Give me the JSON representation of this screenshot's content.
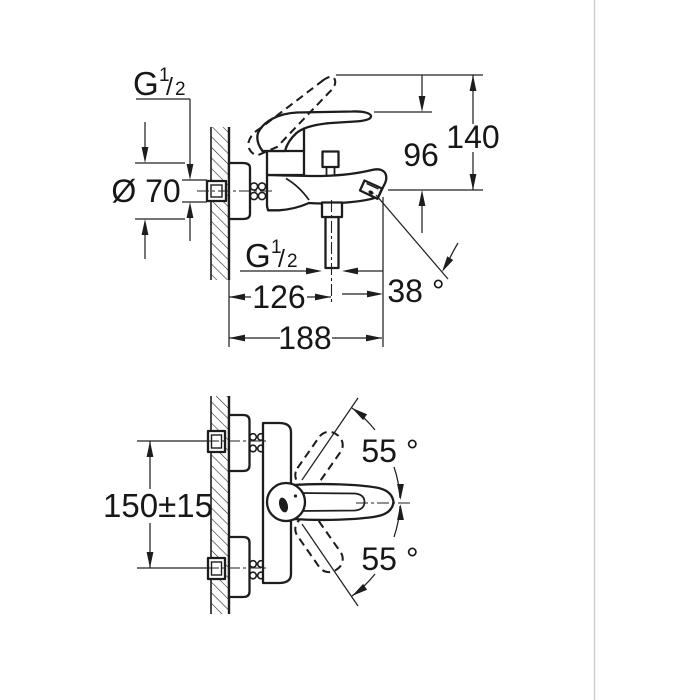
{
  "side_view": {
    "wall_thread": {
      "prefix": "G",
      "numerator": "1",
      "slash": "/",
      "denominator": "2"
    },
    "escutcheon_diameter": "Ø 70",
    "handle_height": "96",
    "total_height": "140",
    "shower_thread": {
      "prefix": "G",
      "numerator": "1",
      "slash": "/",
      "denominator": "2"
    },
    "wall_to_shower_outlet": "126",
    "total_projection": "188",
    "spout_angle": "38 °"
  },
  "plan_view": {
    "connection_spacing": "150±15",
    "handle_swing_upper": "55 °",
    "handle_swing_lower": "55 °"
  }
}
